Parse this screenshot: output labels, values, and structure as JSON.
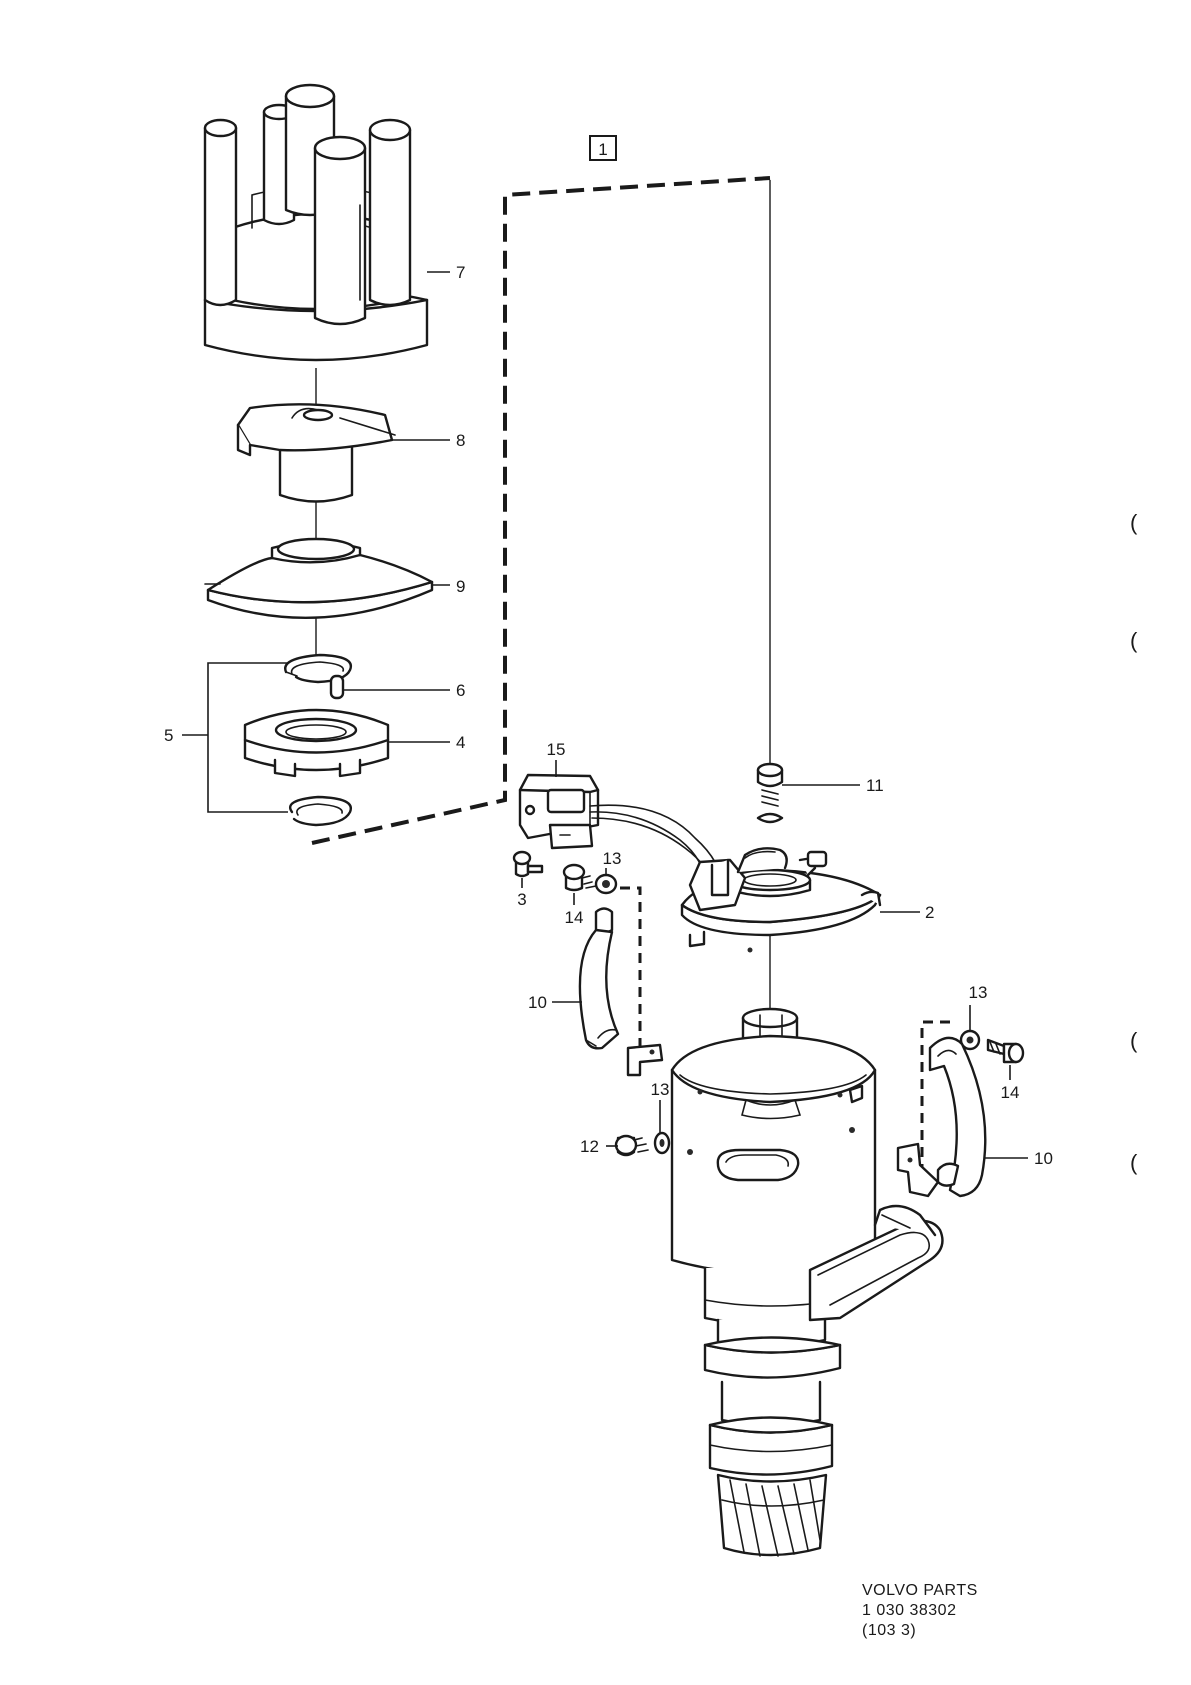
{
  "group_label": "1",
  "callouts": {
    "p2": "2",
    "p3": "3",
    "p4": "4",
    "p5": "5",
    "p6": "6",
    "p7": "7",
    "p8": "8",
    "p9": "9",
    "p10a": "10",
    "p10b": "10",
    "p11": "11",
    "p12": "12",
    "p13a": "13",
    "p13b": "13",
    "p13c": "13",
    "p14a": "14",
    "p14b": "14",
    "p15": "15"
  },
  "footer": {
    "line1": "VOLVO  PARTS",
    "line2": "1 030  38302",
    "line3": "(103 3)"
  },
  "margin_marks": [
    "(",
    "(",
    "(",
    "("
  ]
}
